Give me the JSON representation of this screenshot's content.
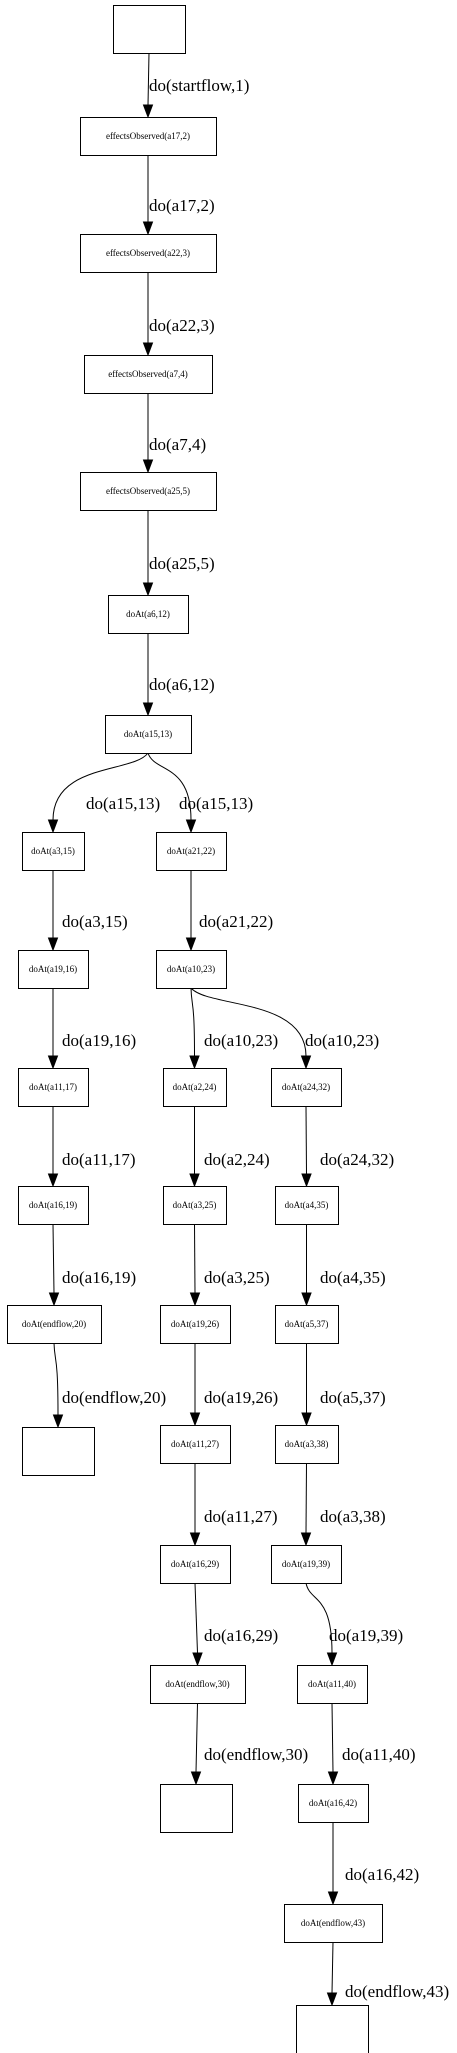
{
  "nodes": {
    "start": "",
    "n1": "effectsObserved(a17,2)",
    "n2": "effectsObserved(a22,3)",
    "n3": "effectsObserved(a7,4)",
    "n4": "effectsObserved(a25,5)",
    "n5": "doAt(a6,12)",
    "n6": "doAt(a15,13)",
    "l1": "doAt(a3,15)",
    "l2": "doAt(a19,16)",
    "l3": "doAt(a11,17)",
    "l4": "doAt(a16,19)",
    "l5": "doAt(endflow,20)",
    "lend": "",
    "m0": "doAt(a21,22)",
    "m1": "doAt(a10,23)",
    "m2": "doAt(a2,24)",
    "m3": "doAt(a3,25)",
    "m4": "doAt(a19,26)",
    "m5": "doAt(a11,27)",
    "m6": "doAt(a16,29)",
    "m7": "doAt(endflow,30)",
    "mend": "",
    "r1": "doAt(a24,32)",
    "r2": "doAt(a4,35)",
    "r3": "doAt(a5,37)",
    "r4": "doAt(a3,38)",
    "r5": "doAt(a19,39)",
    "r6": "doAt(a11,40)",
    "r7": "doAt(a16,42)",
    "r8": "doAt(endflow,43)",
    "rend": ""
  },
  "edges": [
    {
      "from": "start",
      "to": "n1",
      "label": "do(startflow,1)"
    },
    {
      "from": "n1",
      "to": "n2",
      "label": "do(a17,2)"
    },
    {
      "from": "n2",
      "to": "n3",
      "label": "do(a22,3)"
    },
    {
      "from": "n3",
      "to": "n4",
      "label": "do(a7,4)"
    },
    {
      "from": "n4",
      "to": "n5",
      "label": "do(a25,5)"
    },
    {
      "from": "n5",
      "to": "n6",
      "label": "do(a6,12)"
    },
    {
      "from": "n6",
      "to": "l1",
      "label": "do(a15,13)"
    },
    {
      "from": "n6",
      "to": "m0",
      "label": "do(a15,13)"
    },
    {
      "from": "l1",
      "to": "l2",
      "label": "do(a3,15)"
    },
    {
      "from": "l2",
      "to": "l3",
      "label": "do(a19,16)"
    },
    {
      "from": "l3",
      "to": "l4",
      "label": "do(a11,17)"
    },
    {
      "from": "l4",
      "to": "l5",
      "label": "do(a16,19)"
    },
    {
      "from": "l5",
      "to": "lend",
      "label": "do(endflow,20)"
    },
    {
      "from": "m0",
      "to": "m1",
      "label": "do(a21,22)"
    },
    {
      "from": "m1",
      "to": "m2",
      "label": "do(a10,23)"
    },
    {
      "from": "m1",
      "to": "r1",
      "label": "do(a10,23)"
    },
    {
      "from": "m2",
      "to": "m3",
      "label": "do(a2,24)"
    },
    {
      "from": "m3",
      "to": "m4",
      "label": "do(a3,25)"
    },
    {
      "from": "m4",
      "to": "m5",
      "label": "do(a19,26)"
    },
    {
      "from": "m5",
      "to": "m6",
      "label": "do(a11,27)"
    },
    {
      "from": "m6",
      "to": "m7",
      "label": "do(a16,29)"
    },
    {
      "from": "m7",
      "to": "mend",
      "label": "do(endflow,30)"
    },
    {
      "from": "r1",
      "to": "r2",
      "label": "do(a24,32)"
    },
    {
      "from": "r2",
      "to": "r3",
      "label": "do(a4,35)"
    },
    {
      "from": "r3",
      "to": "r4",
      "label": "do(a5,37)"
    },
    {
      "from": "r4",
      "to": "r5",
      "label": "do(a3,38)"
    },
    {
      "from": "r5",
      "to": "r6",
      "label": "do(a19,39)"
    },
    {
      "from": "r6",
      "to": "r7",
      "label": "do(a11,40)"
    },
    {
      "from": "r7",
      "to": "r8",
      "label": "do(a16,42)"
    },
    {
      "from": "r8",
      "to": "rend",
      "label": "do(endflow,43)"
    }
  ]
}
